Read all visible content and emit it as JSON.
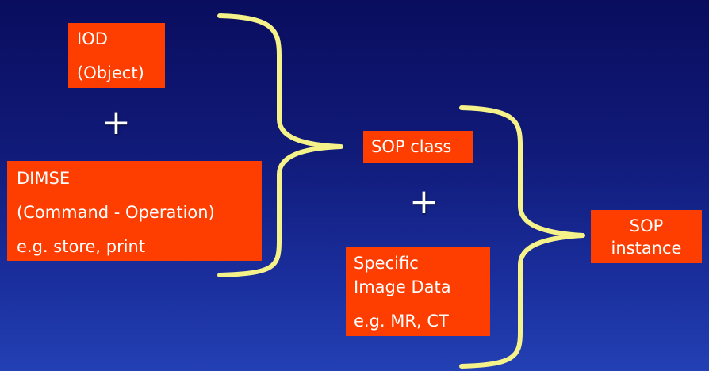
{
  "colors": {
    "box_fill": "#fe3d00",
    "brace": "#f6f28a",
    "text": "#ffffff"
  },
  "boxes": {
    "iod": {
      "lines": [
        "IOD",
        "(Object)"
      ]
    },
    "dimse": {
      "lines": [
        "DIMSE",
        "(Command - Operation)",
        "e.g. store, print"
      ]
    },
    "sop_class": {
      "lines": [
        "SOP class"
      ]
    },
    "image_data": {
      "lines": [
        "Specific",
        "Image Data",
        "e.g. MR, CT"
      ]
    },
    "sop_instance": {
      "lines": [
        "SOP",
        "instance"
      ]
    }
  },
  "operators": {
    "plus_1": "+",
    "plus_2": "+"
  }
}
